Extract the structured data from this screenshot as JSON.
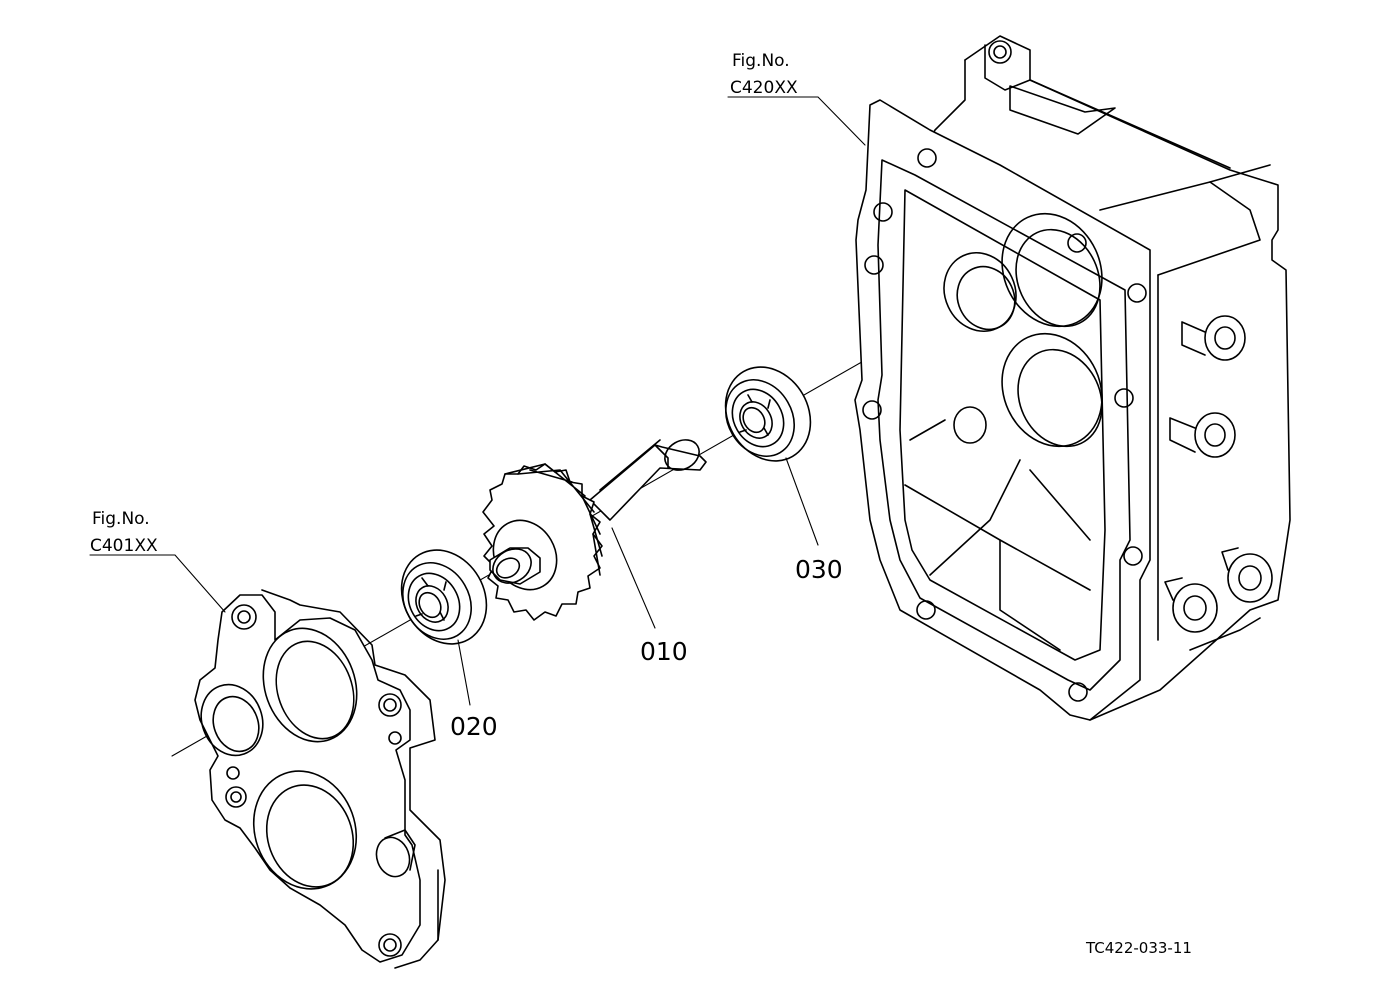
{
  "diagram": {
    "fig_refs": [
      {
        "line1": "Fig.No.",
        "line2": "C420XX"
      },
      {
        "line1": "Fig.No.",
        "line2": "C401XX"
      }
    ],
    "parts": [
      {
        "number": "010"
      },
      {
        "number": "020"
      },
      {
        "number": "030"
      }
    ],
    "drawing_code": "TC422-033-11"
  }
}
